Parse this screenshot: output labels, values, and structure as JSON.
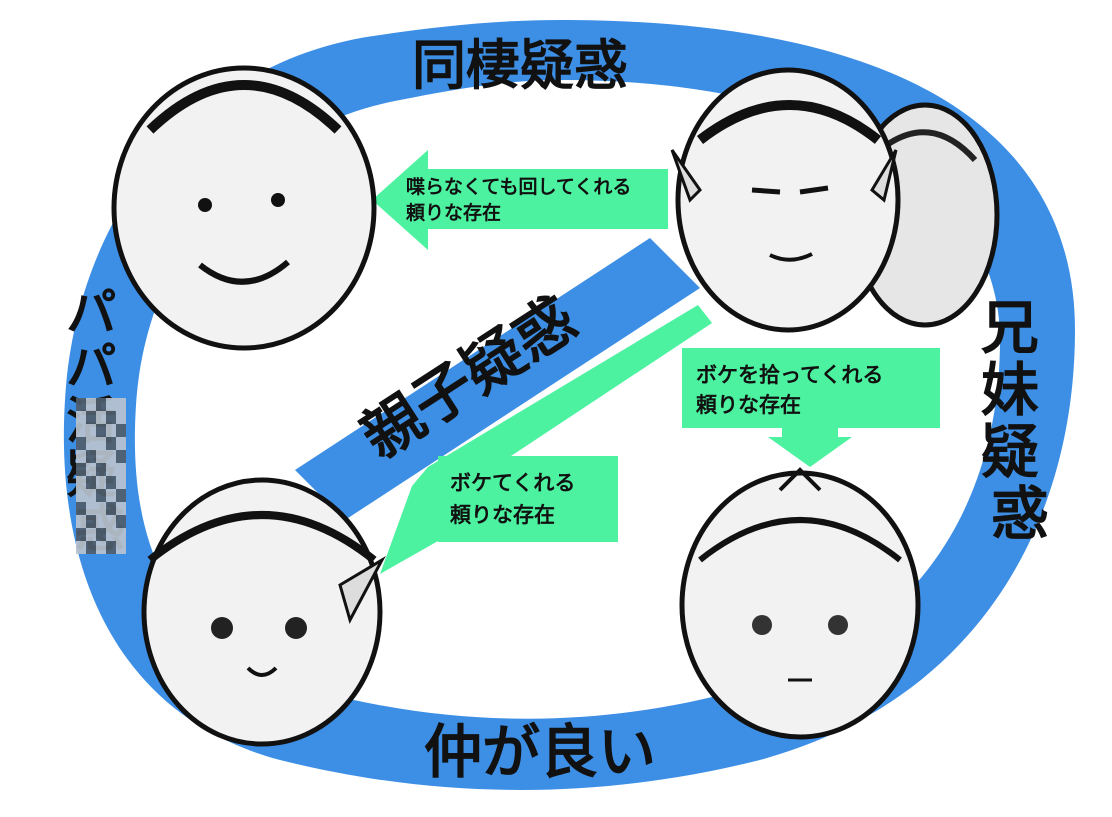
{
  "colors": {
    "relation_band": "#3d8fe6",
    "note_arrow": "#4cf2a0",
    "portrait_fill": "#f2f2f2",
    "portrait_stroke": "#111111",
    "label_text": "#111111",
    "censor_light": "#b9c3cf",
    "censor_dark": "#4f5d6b"
  },
  "relations": {
    "top": "同棲疑惑",
    "right": "兄妹疑惑",
    "bottom": "仲が良い",
    "diagonal": "親子疑惑",
    "left": "パパ活疑惑"
  },
  "notes": {
    "to_man": {
      "line1": "喋らなくても回してくれる",
      "line2": "頼りな存在"
    },
    "to_girl": {
      "line1": "ボケを拾ってくれる",
      "line2": "頼りな存在"
    },
    "to_elf": {
      "line1": "ボケてくれる",
      "line2": "頼りな存在"
    }
  },
  "portraits": {
    "man": {
      "icon": "man-portrait-icon"
    },
    "elf_man": {
      "icon": "elf-man-portrait-icon"
    },
    "elf_girl": {
      "icon": "elf-girl-portrait-icon"
    },
    "princess": {
      "icon": "princess-portrait-icon"
    }
  }
}
